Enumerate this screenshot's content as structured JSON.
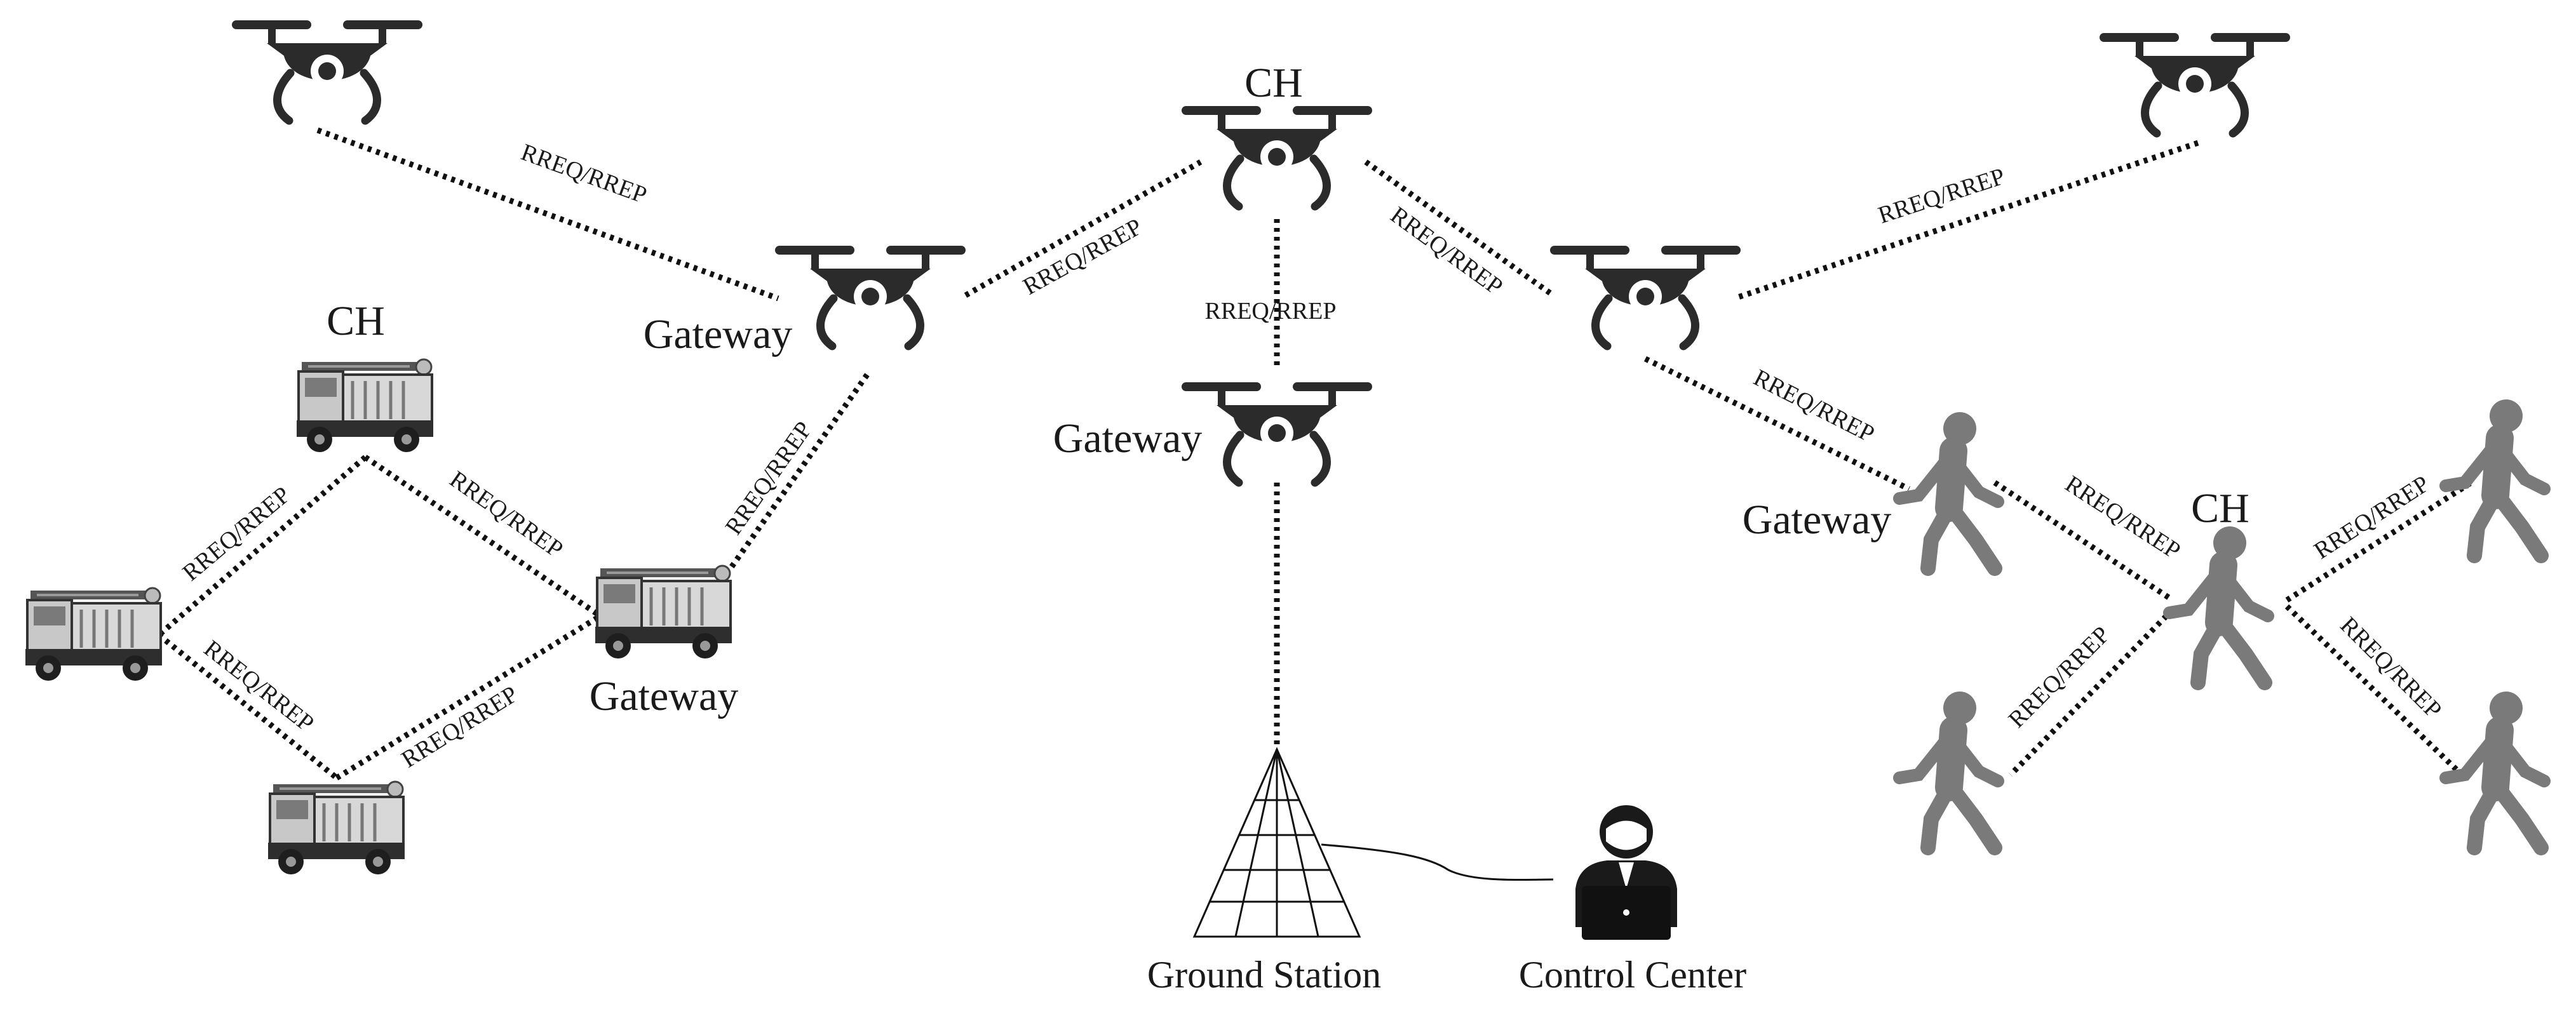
{
  "labels": {
    "ch": "CH",
    "gateway": "Gateway",
    "link": "RREQ/RREP",
    "ground_station": "Ground Station",
    "control_center": "Control Center"
  },
  "colors": {
    "drone": "#2b2b2b",
    "person": "#7a7a7a",
    "truck_body": "#d0d0d0",
    "truck_dark": "#2e2e2e",
    "line": "#111111"
  },
  "icons": [
    "drone-icon",
    "fire-truck-icon",
    "walking-person-icon",
    "ground-station-tower-icon",
    "operator-laptop-icon"
  ]
}
